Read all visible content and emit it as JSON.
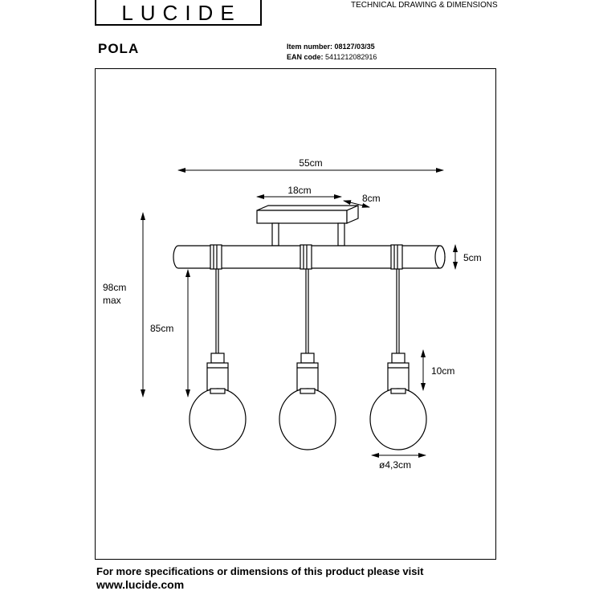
{
  "header": {
    "brand": "LUCIDE",
    "doc_type": "TECHNICAL DRAWING & DIMENSIONS"
  },
  "product": {
    "name": "POLA",
    "item_label": "Item number:",
    "item_value": "08127/03/35",
    "ean_label": "EAN code:",
    "ean_value": "5411212082916"
  },
  "dimensions": {
    "width": "55cm",
    "base_length": "18cm",
    "base_width": "8cm",
    "bar_height": "5cm",
    "total_height_value": "98cm",
    "total_height_suffix": "max",
    "cable_length": "85cm",
    "holder_height": "10cm",
    "diameter": "ø4,3cm"
  },
  "footer": {
    "line1": "For more specifications or dimensions of this product please visit",
    "line2": "www.lucide.com"
  }
}
